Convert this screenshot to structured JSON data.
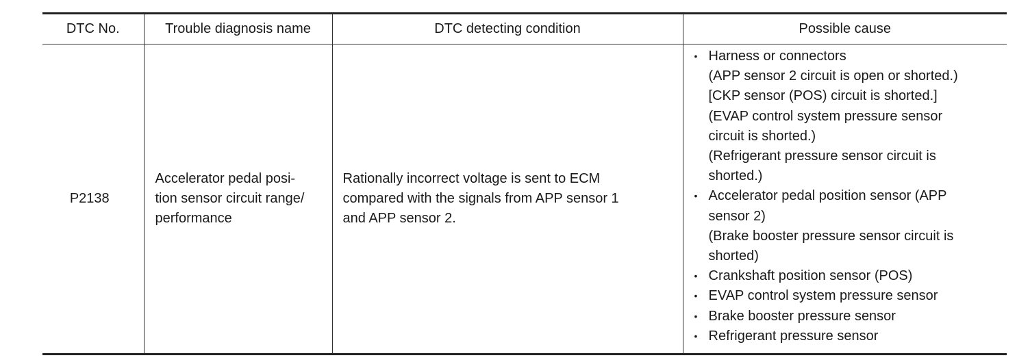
{
  "headers": {
    "dtc_no": "DTC No.",
    "trouble_name": "Trouble diagnosis name",
    "detecting_condition": "DTC detecting condition",
    "possible_cause": "Possible cause"
  },
  "row": {
    "dtc_no": "P2138",
    "trouble_name_lines": [
      "Accelerator pedal posi-",
      "tion sensor circuit range/",
      "performance"
    ],
    "condition_lines": [
      "Rationally incorrect voltage is sent to ECM",
      "compared with the signals from APP sensor 1",
      "and APP sensor 2."
    ],
    "bullet_glyph": "•",
    "causes": [
      {
        "title": "Harness or connectors",
        "details": [
          "(APP sensor 2 circuit is open or shorted.)",
          "[CKP sensor (POS) circuit is shorted.]",
          "(EVAP control system pressure sensor",
          "circuit is shorted.)",
          "(Refrigerant pressure sensor circuit is",
          "shorted.)"
        ]
      },
      {
        "title": "Accelerator pedal position sensor (APP",
        "details": [
          "sensor 2)",
          "(Brake booster pressure sensor circuit is",
          "shorted)"
        ]
      },
      {
        "title": "Crankshaft position sensor (POS)",
        "details": []
      },
      {
        "title": "EVAP control system pressure sensor",
        "details": []
      },
      {
        "title": "Brake booster pressure sensor",
        "details": []
      },
      {
        "title": "Refrigerant pressure sensor",
        "details": []
      }
    ]
  }
}
